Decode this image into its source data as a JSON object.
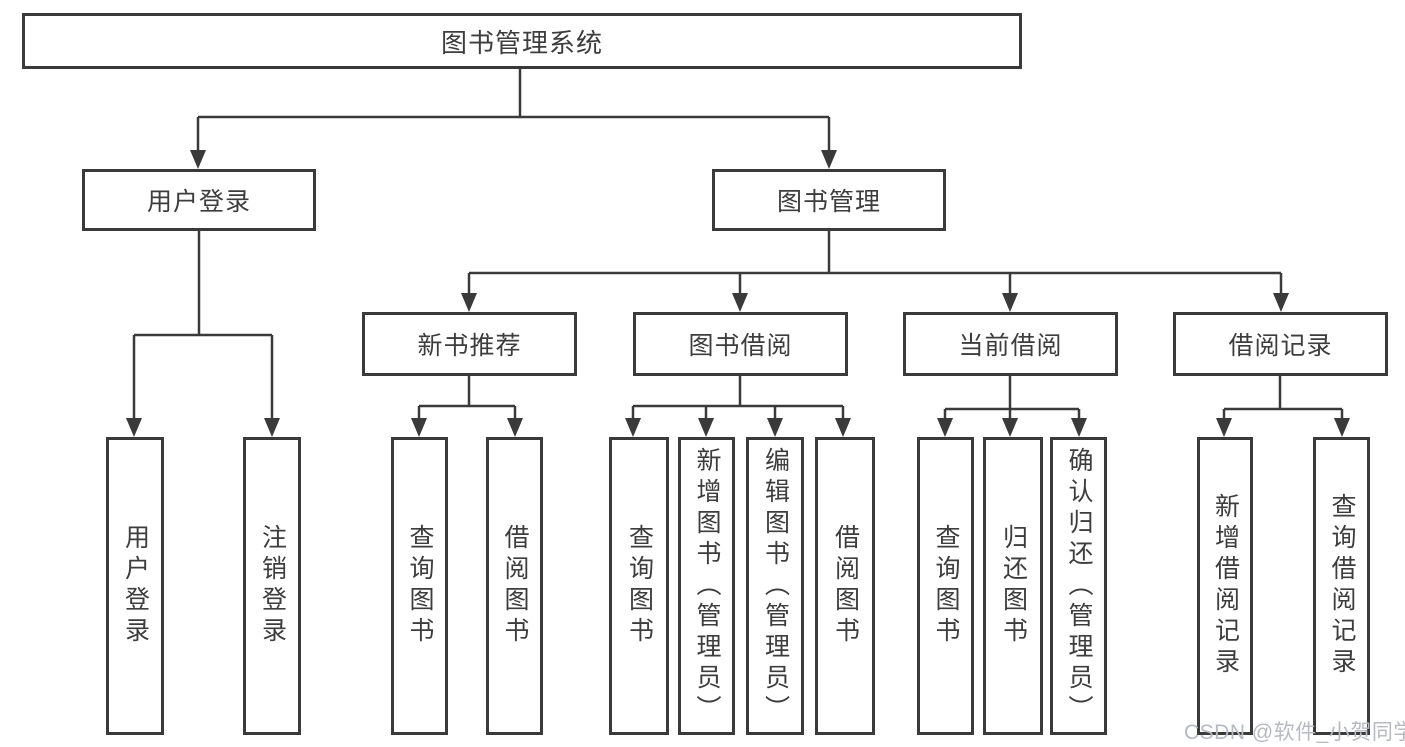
{
  "diagram": {
    "root": {
      "label": "图书管理系统"
    },
    "level2": [
      {
        "label": "用户登录"
      },
      {
        "label": "图书管理"
      }
    ],
    "level3": [
      {
        "label": "新书推荐"
      },
      {
        "label": "图书借阅"
      },
      {
        "label": "当前借阅"
      },
      {
        "label": "借阅记录"
      }
    ],
    "leaves": {
      "user_login": [
        {
          "label": "用户登录"
        },
        {
          "label": "注销登录"
        }
      ],
      "new_book": [
        {
          "label": "查询图书"
        },
        {
          "label": "借阅图书"
        }
      ],
      "book_borrow": [
        {
          "label": "查询图书"
        },
        {
          "label": "新增图书（管理员）"
        },
        {
          "label": "编辑图书（管理员）"
        },
        {
          "label": "借阅图书"
        }
      ],
      "current_borrow": [
        {
          "label": "查询图书"
        },
        {
          "label": "归还图书"
        },
        {
          "label": "确认归还（管理员）"
        }
      ],
      "borrow_records": [
        {
          "label": "新增借阅记录"
        },
        {
          "label": "查询借阅记录"
        }
      ]
    },
    "colors": {
      "line": "#3a3a3a",
      "box_background": "#ffffff",
      "text": "#3d3d3d",
      "watermark": "#b6bac1"
    }
  },
  "watermark": {
    "text": "CSDN @软件_小贺同学"
  }
}
